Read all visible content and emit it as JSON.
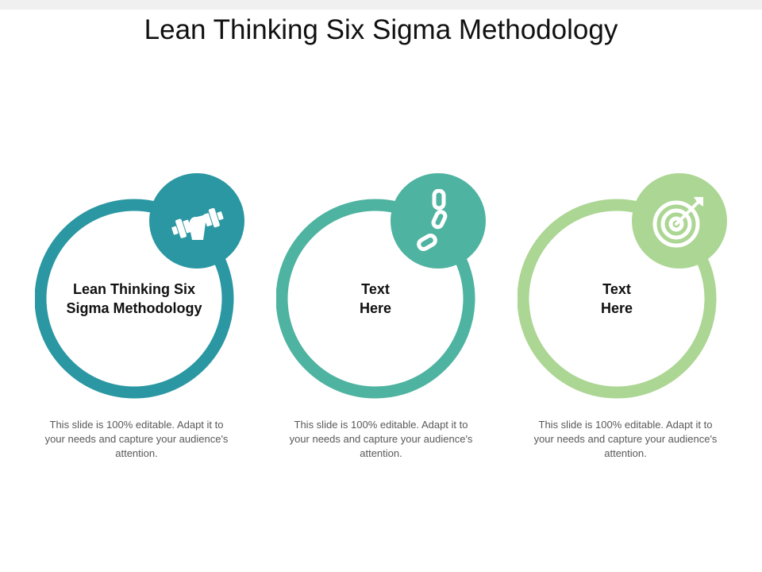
{
  "slide": {
    "title": "Lean Thinking Six Sigma Methodology"
  },
  "items": [
    {
      "center_text_line1": "Lean Thinking Six",
      "center_text_line2": "Sigma Methodology",
      "description": "This slide is 100% editable. Adapt it to your needs and capture your audience's attention.",
      "icon": "dumbbell-fist-icon",
      "color": "#2a97a2"
    },
    {
      "center_text_line1": "Text",
      "center_text_line2": "Here",
      "description": "This slide is 100% editable. Adapt it to your needs and capture your audience's attention.",
      "icon": "chain-link-icon",
      "color": "#4eb3a0"
    },
    {
      "center_text_line1": "Text",
      "center_text_line2": "Here",
      "description": "This slide is 100% editable. Adapt it to your needs and capture your audience's attention.",
      "icon": "target-arrow-icon",
      "color": "#acd693"
    }
  ]
}
